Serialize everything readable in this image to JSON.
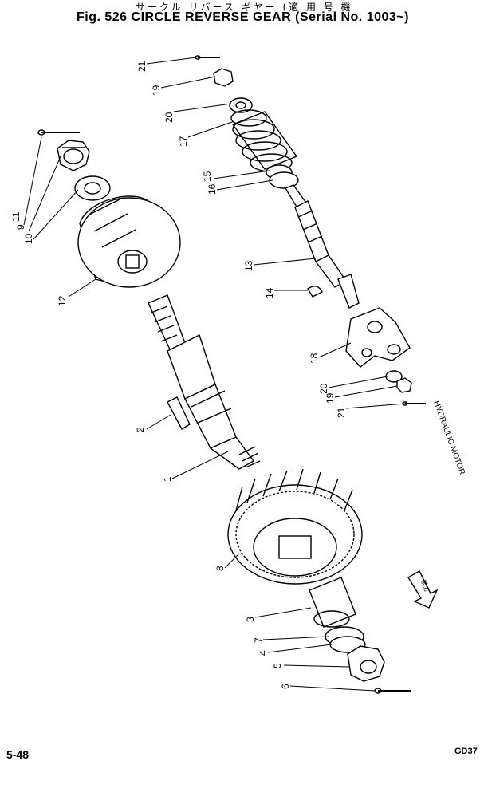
{
  "header": {
    "title_jp": "サークル リバース ギヤー (適 用 号 機",
    "title_main": "Fig. 526 CIRCLE REVERSE GEAR (Serial No. 1003~)"
  },
  "callouts": {
    "p1": "1",
    "p2": "2",
    "p3": "3",
    "p4": "4",
    "p5": "5",
    "p6": "6",
    "p7": "7",
    "p8": "8",
    "p9": "9",
    "p10": "10",
    "p11": "11",
    "p12": "12",
    "p13": "13",
    "p14": "14",
    "p15": "15",
    "p16": "16",
    "p17": "17",
    "p18": "18",
    "p19a": "19",
    "p19b": "19",
    "p20a": "20",
    "p20b": "20",
    "p21a": "21",
    "p21b": "21"
  },
  "annotations": {
    "hydraulic_motor": "HYDRAULIC MOTOR",
    "front_arrow": "前方"
  },
  "footer": {
    "page_number": "5-48",
    "figure_code": "GD37"
  }
}
